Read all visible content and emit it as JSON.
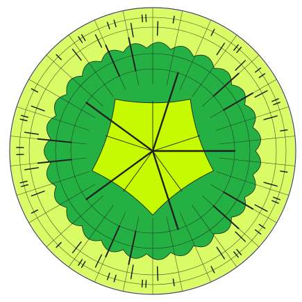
{
  "figure": {
    "kind": "hyperbolic tiling in Poincare disk",
    "colors": {
      "center": "#c6fa00",
      "middle": "#25b044",
      "outer": "#d9fb65",
      "tree": "#1f1f1f",
      "grid": "#1f1f1f",
      "boundary": "#444444",
      "background": "#ffffff"
    },
    "central_cells": 5,
    "outer_ring_cells": 27,
    "middle_branches": 5
  }
}
